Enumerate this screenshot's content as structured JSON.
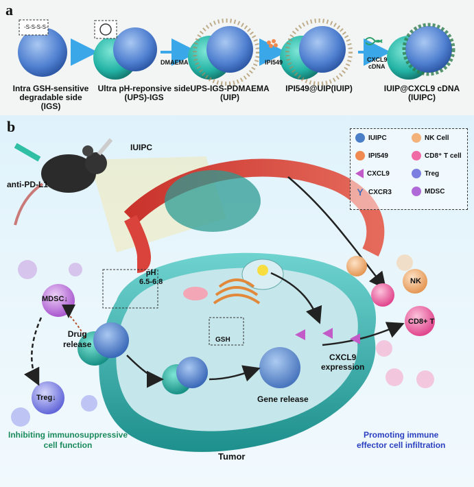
{
  "panel_a": {
    "letter": "a",
    "steps": [
      {
        "label_line1": "Intra GSH-sensitive",
        "label_line2": "degradable side",
        "label_line3": "(IGS)"
      },
      {
        "label_line1": "Ultra pH-reponsive side",
        "label_line2": "(UPS)-IGS",
        "label_line3": ""
      },
      {
        "label_line1": "UPS-IGS-PDMAEMA",
        "label_line2": "(UIP)",
        "label_line3": ""
      },
      {
        "label_line1": "IPI549@UIP(IUIP)",
        "label_line2": "",
        "label_line3": ""
      },
      {
        "label_line1": "IUIP@CXCL9 cDNA",
        "label_line2": "(IUIPC)",
        "label_line3": ""
      }
    ],
    "inset_text": "-S-S-S-S-",
    "arrow_labels": [
      "DMAEMA",
      "IPI549",
      "CXCL9",
      "cDNA"
    ]
  },
  "panel_b": {
    "letter": "b",
    "mouse_labels": {
      "injection": "IUIPC",
      "antibody": "anti-PD-L1"
    },
    "legend": {
      "items": [
        {
          "label": "IUIPC",
          "color": "#4a7fc8"
        },
        {
          "label": "NK Cell",
          "color": "#f2b27a"
        },
        {
          "label": "IPI549",
          "color": "#f08a50"
        },
        {
          "label": "CD8⁺ T cell",
          "color": "#f06aa6"
        },
        {
          "label": "CXCL9",
          "color": "#c25bc7"
        },
        {
          "label": "Treg",
          "color": "#7d7fe0"
        },
        {
          "label": "CXCR3",
          "color": "#4a6fb8"
        },
        {
          "label": "MDSC",
          "color": "#b06ad8"
        }
      ]
    },
    "ph_label_line1": "pH",
    "ph_label_line2": "6.5-6.8",
    "mdsc_label": "MDSC↓",
    "treg_label": "Treg↓",
    "drug_release_line1": "Drug",
    "drug_release_line2": "release",
    "gsh_label": "GSH",
    "gene_release": "Gene release",
    "cxcl9_expression_line1": "CXCL9",
    "cxcl9_expression_line2": "expression",
    "nk_label": "NK",
    "cd8_label": "CD8+ T",
    "tumor_label": "Tumor",
    "left_caption_line1": "Inhibiting immunosuppressive",
    "left_caption_line2": "cell function",
    "right_caption_line1": "Promoting immune",
    "right_caption_line2": "effector cell infiltration",
    "colors": {
      "left_caption": "#1a8a5a",
      "right_caption": "#2a3fc0",
      "tumor": "#3fb6b3",
      "vessel": "#d9433b"
    }
  }
}
